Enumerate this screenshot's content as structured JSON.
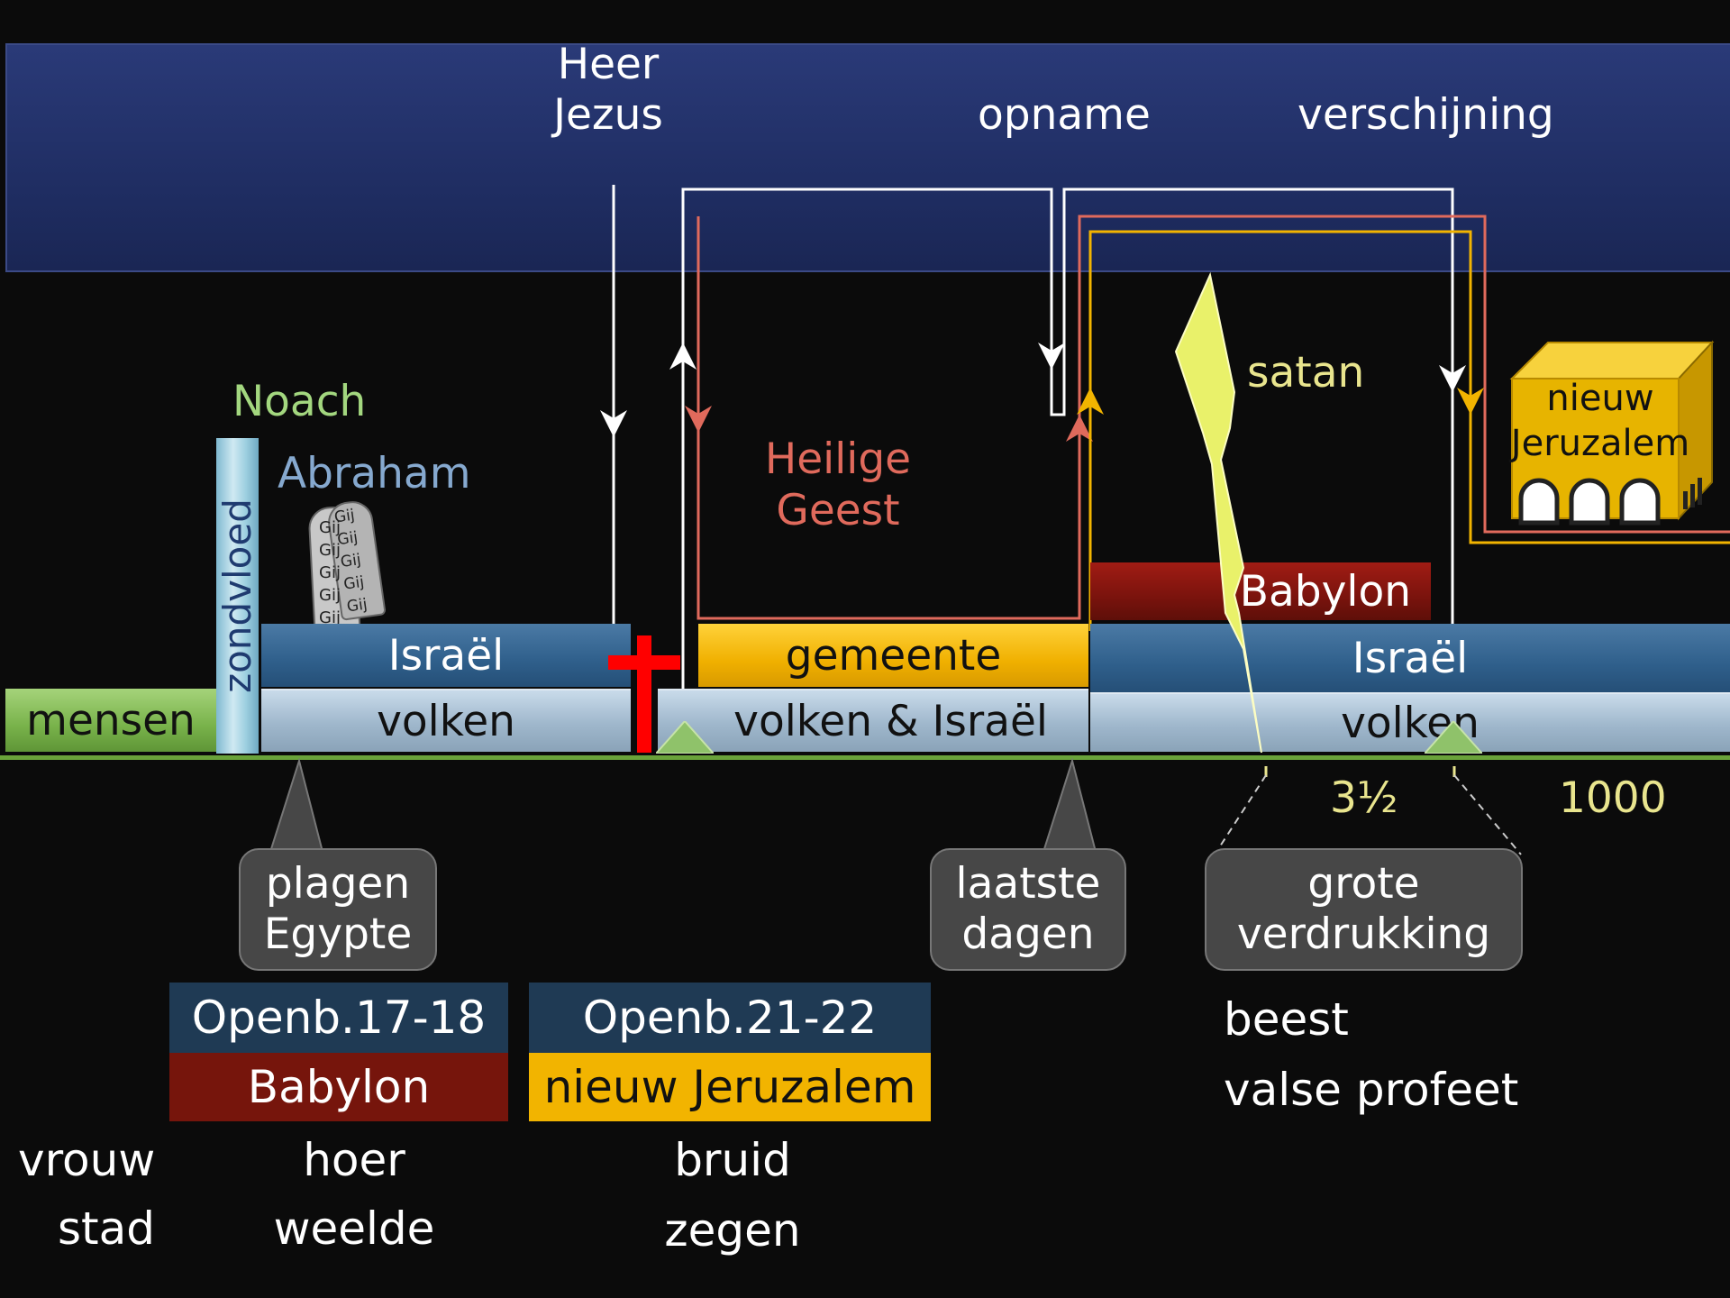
{
  "heaven": {
    "heer": "Heer",
    "jezus": "Jezus",
    "opname": "opname",
    "verschijning": "verschijning"
  },
  "labels": {
    "noach": "Noach",
    "abraham": "Abraham",
    "zondvloed": "zondvloed",
    "heilige": "Heilige",
    "geest": "Geest",
    "satan": "satan",
    "nieuw": "nieuw",
    "jeruzalem": "Jeruzalem",
    "tablet_word": "Gij"
  },
  "bands": {
    "mensen": "mensen",
    "volken1": "volken",
    "israel1": "Israël",
    "gemeente": "gemeente",
    "volken_israel": "volken & Israël",
    "babylon": "Babylon",
    "israel2": "Israël",
    "volken2": "volken"
  },
  "timeline": {
    "three_half": "3½",
    "thousand": "1000"
  },
  "bubbles": {
    "plagen": [
      "plagen",
      "Egypte"
    ],
    "laatste": [
      "laatste",
      "dagen"
    ],
    "grote": [
      "grote",
      "verdrukking"
    ]
  },
  "table": {
    "openb1718": "Openb.17-18",
    "babylon": "Babylon",
    "openb2122": "Openb.21-22",
    "nieuw_jeruzalem": "nieuw Jeruzalem",
    "beest": "beest",
    "valse_profeet": "valse profeet",
    "rows": [
      {
        "label": "vrouw",
        "left": "hoer",
        "right": "bruid"
      },
      {
        "label": "stad",
        "left": "weelde",
        "right": "zegen"
      }
    ]
  },
  "colors": {
    "heaven": "#1e2c60",
    "noach": "#a3d77f",
    "abraham": "#86a9cf",
    "heilige_geest": "#e06a5c",
    "satan": "#e9e58e",
    "yellow_line": "#f2b400",
    "red_line": "#e06a5c",
    "cross": "#ff0000",
    "ground": "#6aa33a"
  }
}
